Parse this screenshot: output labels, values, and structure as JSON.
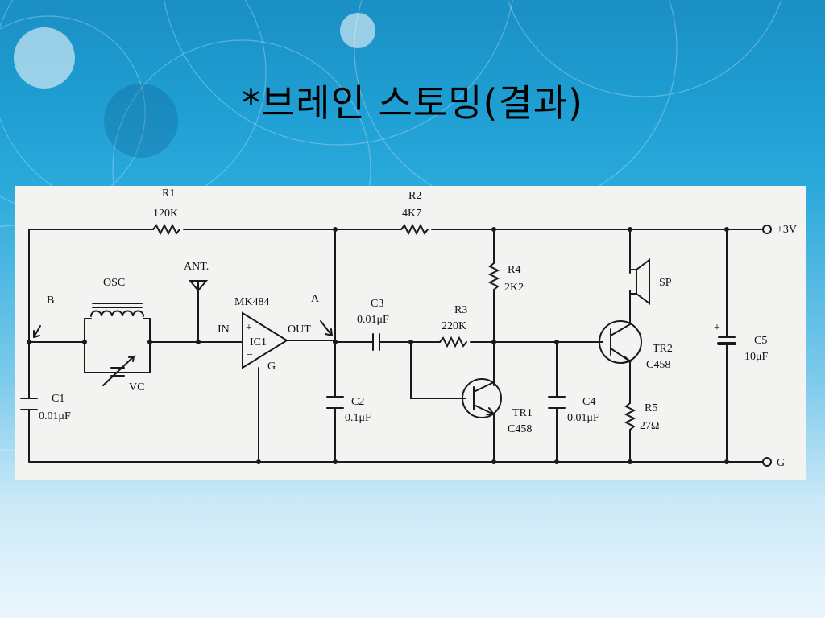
{
  "slide": {
    "title": "*브레인 스토밍(결과)"
  },
  "schematic": {
    "labels": {
      "r1": "R1",
      "r1_val": "120K",
      "r2": "R2",
      "r2_val": "4K7",
      "r3": "R3",
      "r3_val": "220K",
      "r4": "R4",
      "r4_val": "2K2",
      "r5": "R5",
      "r5_val": "27Ω",
      "c1": "C1",
      "c1_val": "0.01μF",
      "c2": "C2",
      "c2_val": "0.1μF",
      "c3": "C3",
      "c3_val": "0.01μF",
      "c4": "C4",
      "c4_val": "0.01μF",
      "c5": "C5",
      "c5_val": "10μF",
      "osc": "OSC",
      "vc": "VC",
      "ant": "ANT.",
      "mk": "MK484",
      "in": "IN",
      "out": "OUT",
      "ic1": "IC1",
      "g_pin": "G",
      "node_a": "A",
      "node_b": "B",
      "tr1": "TR1",
      "tr1_part": "C458",
      "tr2": "TR2",
      "tr2_part": "C458",
      "sp": "SP",
      "vplus": "+3V",
      "gnd": "G"
    }
  }
}
